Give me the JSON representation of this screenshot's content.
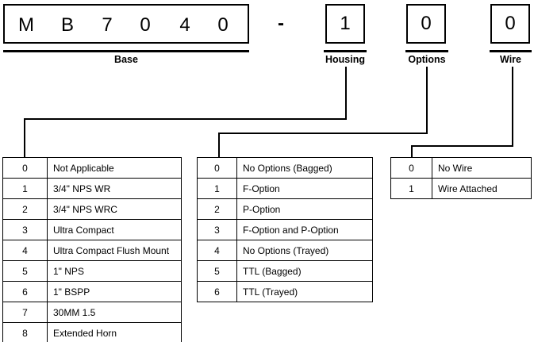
{
  "part_number": {
    "base": {
      "label": "Base",
      "characters": [
        "M",
        "B",
        "7",
        "0",
        "4",
        "0"
      ]
    },
    "separator": "-",
    "fields": [
      {
        "key": "housing",
        "label": "Housing",
        "value": "1"
      },
      {
        "key": "options",
        "label": "Options",
        "value": "0"
      },
      {
        "key": "wire",
        "label": "Wire",
        "value": "0"
      }
    ]
  },
  "tables": {
    "housing": {
      "caption": "Housing",
      "rows": [
        {
          "code": "0",
          "desc": "Not Applicable"
        },
        {
          "code": "1",
          "desc": "3/4\" NPS WR"
        },
        {
          "code": "2",
          "desc": "3/4\" NPS WRC"
        },
        {
          "code": "3",
          "desc": "Ultra Compact"
        },
        {
          "code": "4",
          "desc": "Ultra Compact Flush Mount"
        },
        {
          "code": "5",
          "desc": "1\" NPS"
        },
        {
          "code": "6",
          "desc": "1\" BSPP"
        },
        {
          "code": "7",
          "desc": "30MM 1.5"
        },
        {
          "code": "8",
          "desc": "Extended Horn"
        }
      ]
    },
    "options": {
      "caption": "Options",
      "rows": [
        {
          "code": "0",
          "desc": "No Options (Bagged)"
        },
        {
          "code": "1",
          "desc": "F-Option"
        },
        {
          "code": "2",
          "desc": "P-Option"
        },
        {
          "code": "3",
          "desc": "F-Option and P-Option"
        },
        {
          "code": "4",
          "desc": "No Options (Trayed)"
        },
        {
          "code": "5",
          "desc": "TTL (Bagged)"
        },
        {
          "code": "6",
          "desc": "TTL (Trayed)"
        }
      ]
    },
    "wire": {
      "caption": "Wire",
      "rows": [
        {
          "code": "0",
          "desc": "No Wire"
        },
        {
          "code": "1",
          "desc": "Wire Attached"
        }
      ]
    }
  },
  "colors": {
    "line": "#000000",
    "background": "#ffffff",
    "text": "#000000"
  }
}
